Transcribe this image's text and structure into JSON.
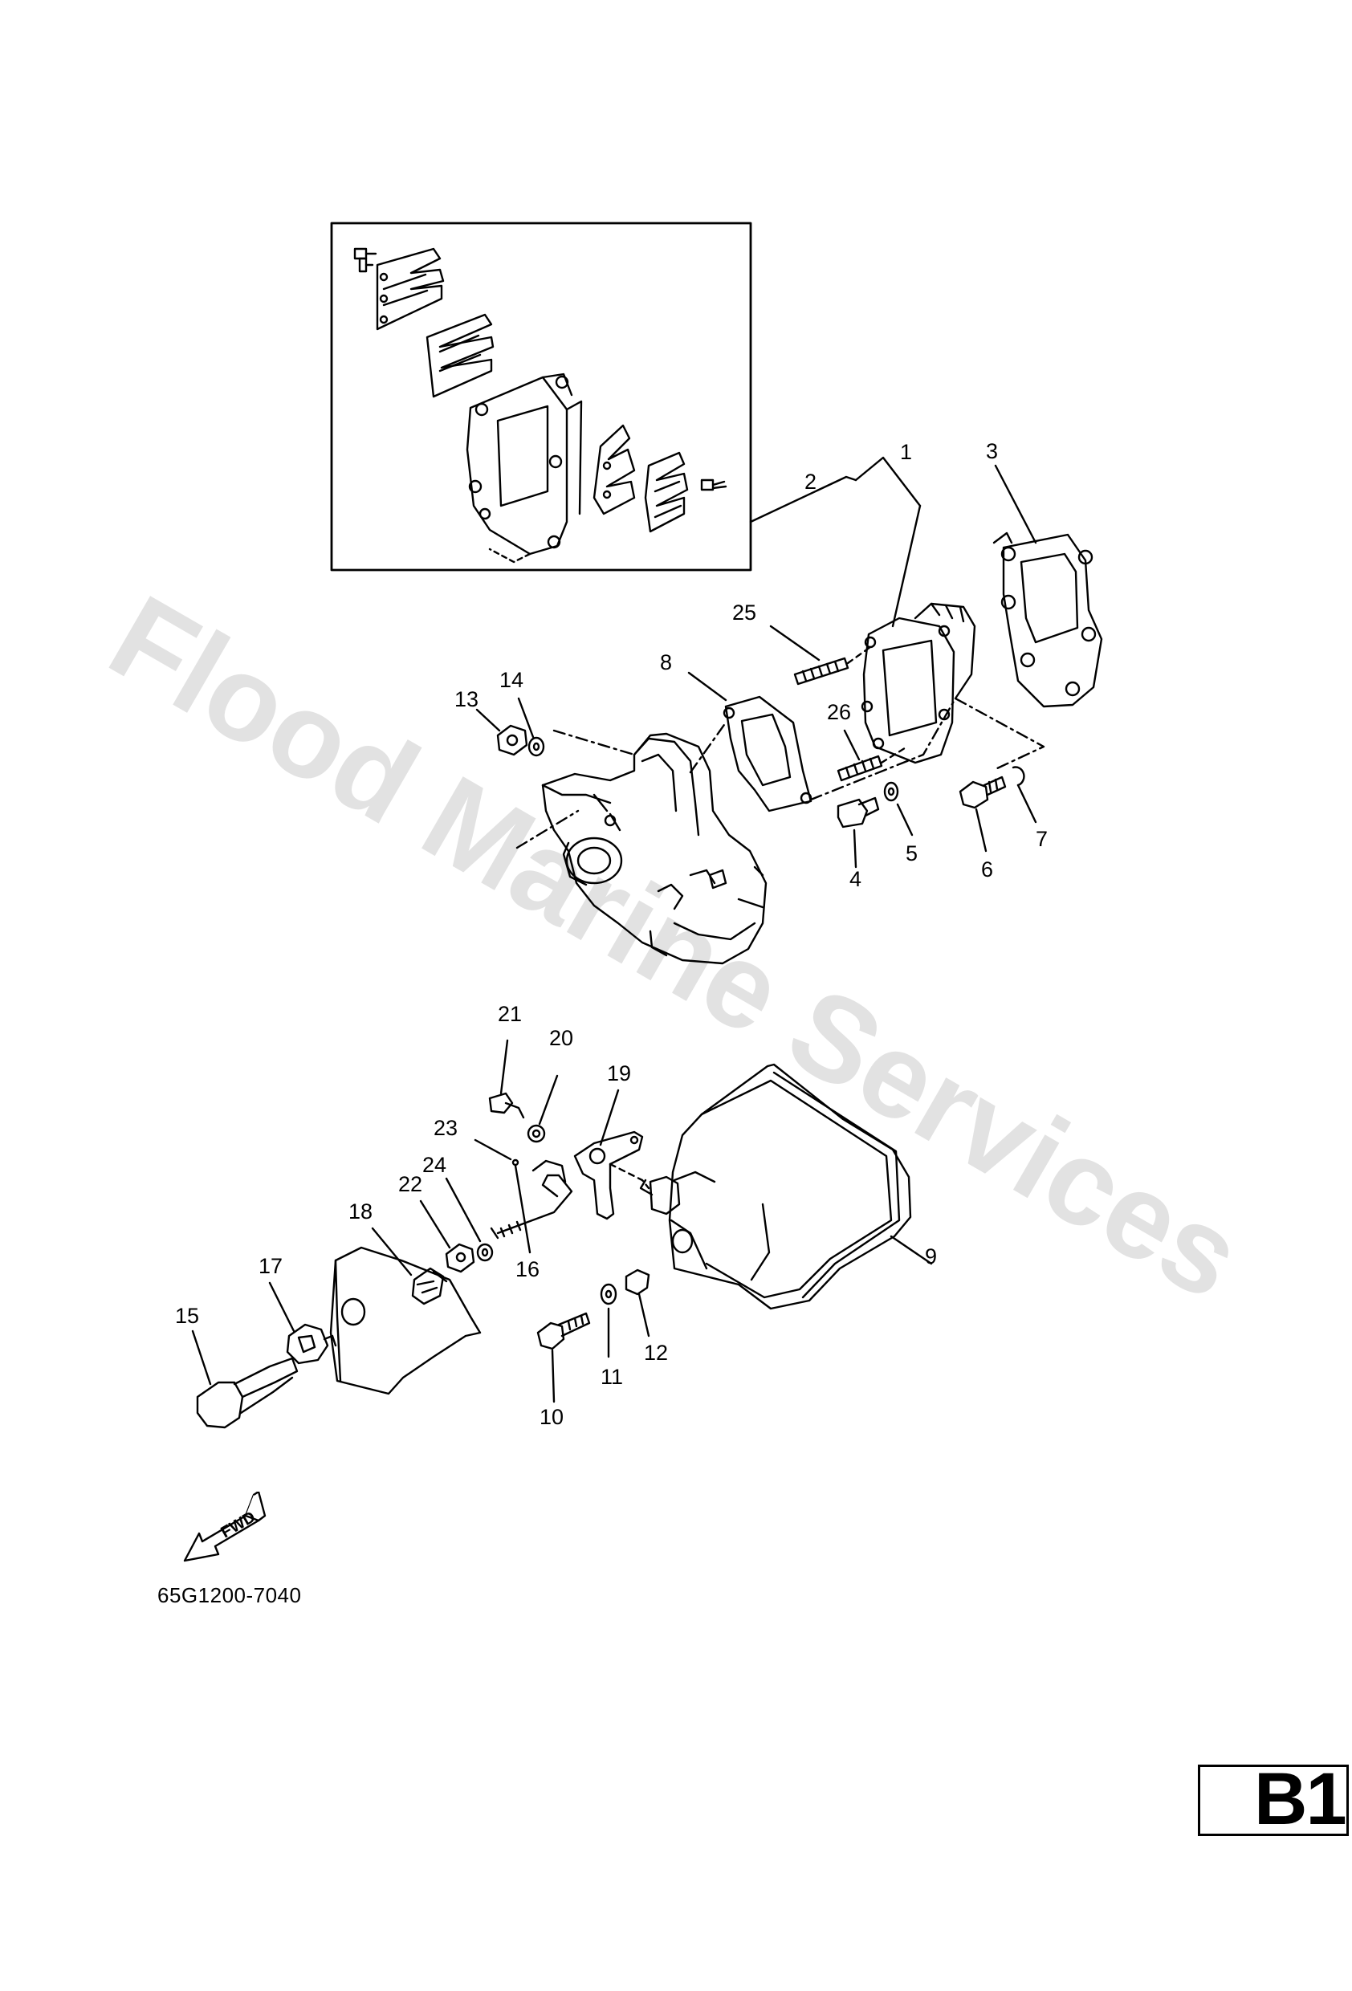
{
  "drawing_number": "65G1200-7040",
  "page_tag": "B1",
  "watermark": "Flood Marine Services",
  "fwd_label": "FWD",
  "icons": {
    "direction": "fwd-arrow-icon"
  },
  "colors": {
    "line": "#000000",
    "watermark": "#9a9a9a",
    "background": "#ffffff"
  },
  "callouts": [
    "1",
    "2",
    "3",
    "4",
    "5",
    "6",
    "7",
    "8",
    "9",
    "10",
    "11",
    "12",
    "13",
    "14",
    "15",
    "16",
    "17",
    "18",
    "19",
    "20",
    "21",
    "22",
    "23",
    "24",
    "25",
    "26"
  ]
}
